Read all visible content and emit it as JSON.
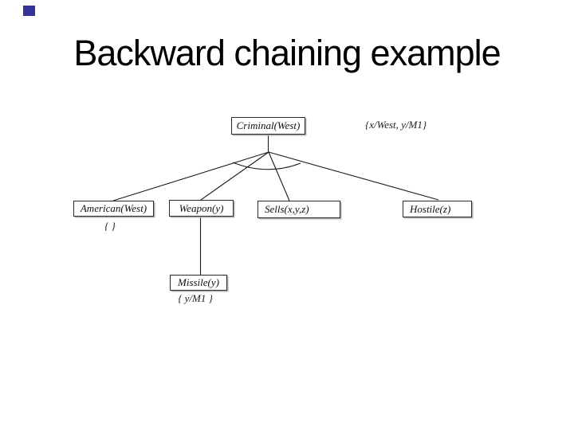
{
  "slide": {
    "title": "Backward chaining example",
    "logo_color": "#333399",
    "line_color": "#1a1a1a"
  },
  "diagram": {
    "nodes": [
      {
        "id": "criminal",
        "label": "Criminal(West)"
      },
      {
        "id": "american",
        "label": "American(West)"
      },
      {
        "id": "weapon",
        "label": "Weapon(y)"
      },
      {
        "id": "sells",
        "label": "Sells(x,y,z)"
      },
      {
        "id": "hostile",
        "label": "Hostile(z)"
      },
      {
        "id": "missile",
        "label": "Missile(y)"
      }
    ],
    "annotations": {
      "root_substitution": "{x/West, y/M1}",
      "american_substitution": "{ }",
      "missile_substitution": "{ y/M1 }"
    }
  }
}
